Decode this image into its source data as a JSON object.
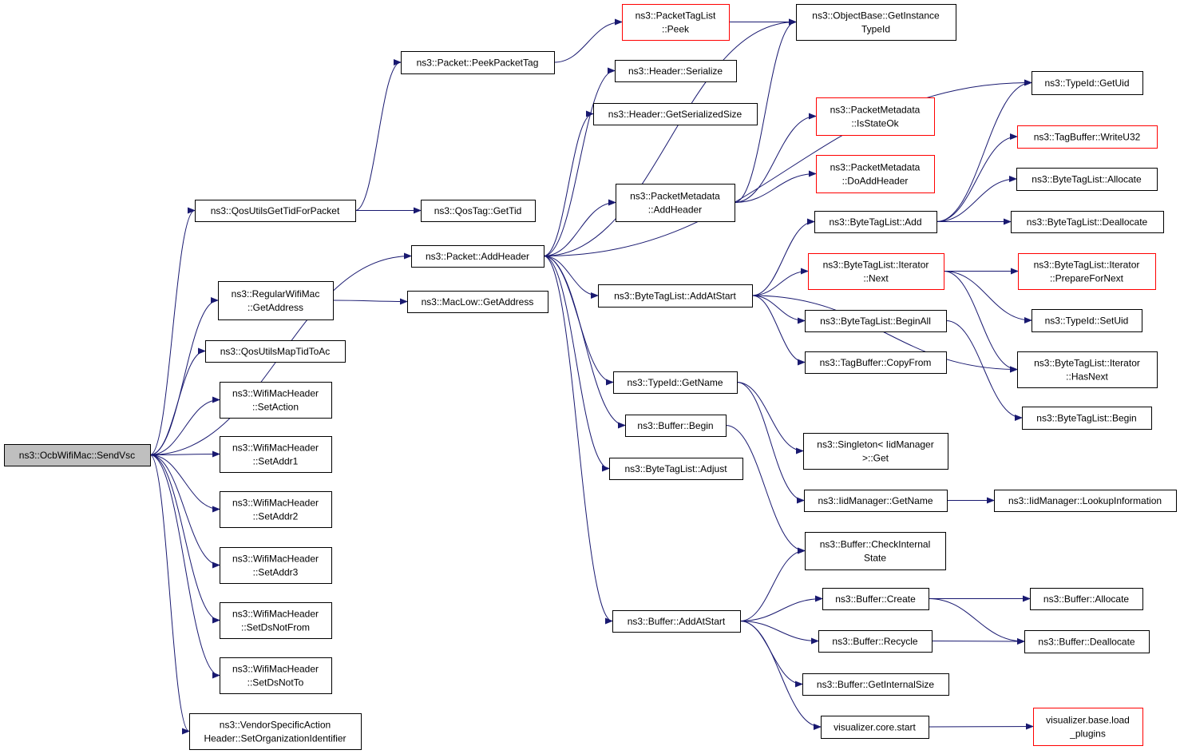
{
  "graph": {
    "root": "ns3::OcbWifiMac::SendVsc",
    "edge_color": "#191970",
    "highlight_color": "#ff0000",
    "nodes": [
      {
        "id": "root",
        "lines": [
          "ns3::OcbWifiMac::SendVsc"
        ],
        "style": "root"
      },
      {
        "id": "qosTid",
        "lines": [
          "ns3::QosUtilsGetTidForPacket"
        ],
        "style": "normal"
      },
      {
        "id": "regGetAddr",
        "lines": [
          "ns3::RegularWifiMac",
          "::GetAddress"
        ],
        "style": "normal"
      },
      {
        "id": "qosMap",
        "lines": [
          "ns3::QosUtilsMapTidToAc"
        ],
        "style": "normal"
      },
      {
        "id": "setAction",
        "lines": [
          "ns3::WifiMacHeader",
          "::SetAction"
        ],
        "style": "normal"
      },
      {
        "id": "setAddr1",
        "lines": [
          "ns3::WifiMacHeader",
          "::SetAddr1"
        ],
        "style": "normal"
      },
      {
        "id": "setAddr2",
        "lines": [
          "ns3::WifiMacHeader",
          "::SetAddr2"
        ],
        "style": "normal"
      },
      {
        "id": "setAddr3",
        "lines": [
          "ns3::WifiMacHeader",
          "::SetAddr3"
        ],
        "style": "normal"
      },
      {
        "id": "setDsNotFrom",
        "lines": [
          "ns3::WifiMacHeader",
          "::SetDsNotFrom"
        ],
        "style": "normal"
      },
      {
        "id": "setDsNotTo",
        "lines": [
          "ns3::WifiMacHeader",
          "::SetDsNotTo"
        ],
        "style": "normal"
      },
      {
        "id": "vendor",
        "lines": [
          "ns3::VendorSpecificAction",
          "Header::SetOrganizationIdentifier"
        ],
        "style": "normal"
      },
      {
        "id": "peekPacketTag",
        "lines": [
          "ns3::Packet::PeekPacketTag"
        ],
        "style": "normal"
      },
      {
        "id": "qosTagGetTid",
        "lines": [
          "ns3::QosTag::GetTid"
        ],
        "style": "normal"
      },
      {
        "id": "addHeader",
        "lines": [
          "ns3::Packet::AddHeader"
        ],
        "style": "normal"
      },
      {
        "id": "macLowGetAddr",
        "lines": [
          "ns3::MacLow::GetAddress"
        ],
        "style": "normal"
      },
      {
        "id": "pktTagListPeek",
        "lines": [
          "ns3::PacketTagList",
          "::Peek"
        ],
        "style": "red"
      },
      {
        "id": "hdrSerialize",
        "lines": [
          "ns3::Header::Serialize"
        ],
        "style": "normal"
      },
      {
        "id": "hdrGetSize",
        "lines": [
          "ns3::Header::GetSerializedSize"
        ],
        "style": "normal"
      },
      {
        "id": "pmAddHeader",
        "lines": [
          "ns3::PacketMetadata",
          "::AddHeader"
        ],
        "style": "normal"
      },
      {
        "id": "btlAddAtStart",
        "lines": [
          "ns3::ByteTagList::AddAtStart"
        ],
        "style": "normal"
      },
      {
        "id": "typeIdGetName",
        "lines": [
          "ns3::TypeId::GetName"
        ],
        "style": "normal"
      },
      {
        "id": "bufferBegin",
        "lines": [
          "ns3::Buffer::Begin"
        ],
        "style": "normal"
      },
      {
        "id": "btlAdjust",
        "lines": [
          "ns3::ByteTagList::Adjust"
        ],
        "style": "normal"
      },
      {
        "id": "bufAddAtStart",
        "lines": [
          "ns3::Buffer::AddAtStart"
        ],
        "style": "normal"
      },
      {
        "id": "objGetInstance",
        "lines": [
          "ns3::ObjectBase::GetInstance",
          "TypeId"
        ],
        "style": "normal"
      },
      {
        "id": "pmIsStateOk",
        "lines": [
          "ns3::PacketMetadata",
          "::IsStateOk"
        ],
        "style": "red"
      },
      {
        "id": "pmDoAddHeader",
        "lines": [
          "ns3::PacketMetadata",
          "::DoAddHeader"
        ],
        "style": "red"
      },
      {
        "id": "btlAdd",
        "lines": [
          "ns3::ByteTagList::Add"
        ],
        "style": "normal"
      },
      {
        "id": "btlIterNext",
        "lines": [
          "ns3::ByteTagList::Iterator",
          "::Next"
        ],
        "style": "red"
      },
      {
        "id": "btlBeginAll",
        "lines": [
          "ns3::ByteTagList::BeginAll"
        ],
        "style": "normal"
      },
      {
        "id": "tagBufCopyFrom",
        "lines": [
          "ns3::TagBuffer::CopyFrom"
        ],
        "style": "normal"
      },
      {
        "id": "singletonGet",
        "lines": [
          "ns3::Singleton< IidManager",
          ">::Get"
        ],
        "style": "normal"
      },
      {
        "id": "iidGetName",
        "lines": [
          "ns3::IidManager::GetName"
        ],
        "style": "normal"
      },
      {
        "id": "bufCheckInternal",
        "lines": [
          "ns3::Buffer::CheckInternal",
          "State"
        ],
        "style": "normal"
      },
      {
        "id": "bufCreate",
        "lines": [
          "ns3::Buffer::Create"
        ],
        "style": "normal"
      },
      {
        "id": "bufRecycle",
        "lines": [
          "ns3::Buffer::Recycle"
        ],
        "style": "normal"
      },
      {
        "id": "bufGetInternalSize",
        "lines": [
          "ns3::Buffer::GetInternalSize"
        ],
        "style": "normal"
      },
      {
        "id": "visStart",
        "lines": [
          "visualizer.core.start"
        ],
        "style": "normal"
      },
      {
        "id": "typeIdGetUid",
        "lines": [
          "ns3::TypeId::GetUid"
        ],
        "style": "normal"
      },
      {
        "id": "tagBufWriteU32",
        "lines": [
          "ns3::TagBuffer::WriteU32"
        ],
        "style": "red"
      },
      {
        "id": "btlAllocate",
        "lines": [
          "ns3::ByteTagList::Allocate"
        ],
        "style": "normal"
      },
      {
        "id": "btlDeallocate",
        "lines": [
          "ns3::ByteTagList::Deallocate"
        ],
        "style": "normal"
      },
      {
        "id": "btlIterPrepare",
        "lines": [
          "ns3::ByteTagList::Iterator",
          "::PrepareForNext"
        ],
        "style": "red"
      },
      {
        "id": "typeIdSetUid",
        "lines": [
          "ns3::TypeId::SetUid"
        ],
        "style": "normal"
      },
      {
        "id": "btlIterHasNext",
        "lines": [
          "ns3::ByteTagList::Iterator",
          "::HasNext"
        ],
        "style": "normal"
      },
      {
        "id": "btlBegin",
        "lines": [
          "ns3::ByteTagList::Begin"
        ],
        "style": "normal"
      },
      {
        "id": "iidLookup",
        "lines": [
          "ns3::IidManager::LookupInformation"
        ],
        "style": "normal"
      },
      {
        "id": "bufAllocate",
        "lines": [
          "ns3::Buffer::Allocate"
        ],
        "style": "normal"
      },
      {
        "id": "bufDeallocate",
        "lines": [
          "ns3::Buffer::Deallocate"
        ],
        "style": "normal"
      },
      {
        "id": "visLoadPlugins",
        "lines": [
          "visualizer.base.load",
          "_plugins"
        ],
        "style": "red"
      }
    ],
    "edges": [
      [
        "root",
        "qosTid"
      ],
      [
        "root",
        "addHeader"
      ],
      [
        "root",
        "regGetAddr"
      ],
      [
        "root",
        "qosMap"
      ],
      [
        "root",
        "setAction"
      ],
      [
        "root",
        "setAddr1"
      ],
      [
        "root",
        "setAddr2"
      ],
      [
        "root",
        "setAddr3"
      ],
      [
        "root",
        "setDsNotFrom"
      ],
      [
        "root",
        "setDsNotTo"
      ],
      [
        "root",
        "vendor"
      ],
      [
        "qosTid",
        "peekPacketTag"
      ],
      [
        "qosTid",
        "qosTagGetTid"
      ],
      [
        "peekPacketTag",
        "pktTagListPeek"
      ],
      [
        "pktTagListPeek",
        "objGetInstance"
      ],
      [
        "regGetAddr",
        "macLowGetAddr"
      ],
      [
        "addHeader",
        "hdrSerialize"
      ],
      [
        "addHeader",
        "hdrGetSize"
      ],
      [
        "addHeader",
        "objGetInstance"
      ],
      [
        "addHeader",
        "typeIdGetUid"
      ],
      [
        "addHeader",
        "pmAddHeader"
      ],
      [
        "addHeader",
        "btlAddAtStart"
      ],
      [
        "addHeader",
        "typeIdGetName"
      ],
      [
        "addHeader",
        "bufferBegin"
      ],
      [
        "addHeader",
        "btlAdjust"
      ],
      [
        "addHeader",
        "bufAddAtStart"
      ],
      [
        "pmAddHeader",
        "objGetInstance"
      ],
      [
        "pmAddHeader",
        "pmIsStateOk"
      ],
      [
        "pmAddHeader",
        "pmDoAddHeader"
      ],
      [
        "btlAddAtStart",
        "btlAdd"
      ],
      [
        "btlAddAtStart",
        "btlIterNext"
      ],
      [
        "btlAddAtStart",
        "btlBeginAll"
      ],
      [
        "btlAddAtStart",
        "tagBufCopyFrom"
      ],
      [
        "btlAddAtStart",
        "btlIterHasNext"
      ],
      [
        "btlAdd",
        "typeIdGetUid"
      ],
      [
        "btlAdd",
        "tagBufWriteU32"
      ],
      [
        "btlAdd",
        "btlAllocate"
      ],
      [
        "btlAdd",
        "btlDeallocate"
      ],
      [
        "btlIterNext",
        "btlIterPrepare"
      ],
      [
        "btlIterNext",
        "typeIdSetUid"
      ],
      [
        "btlIterNext",
        "btlIterHasNext"
      ],
      [
        "btlBeginAll",
        "btlBegin"
      ],
      [
        "typeIdGetName",
        "singletonGet"
      ],
      [
        "typeIdGetName",
        "iidGetName"
      ],
      [
        "iidGetName",
        "iidLookup"
      ],
      [
        "bufferBegin",
        "bufCheckInternal"
      ],
      [
        "bufAddAtStart",
        "bufCheckInternal"
      ],
      [
        "bufAddAtStart",
        "bufCreate"
      ],
      [
        "bufAddAtStart",
        "bufRecycle"
      ],
      [
        "bufAddAtStart",
        "bufGetInternalSize"
      ],
      [
        "bufAddAtStart",
        "visStart"
      ],
      [
        "bufCreate",
        "bufAllocate"
      ],
      [
        "bufCreate",
        "bufDeallocate"
      ],
      [
        "bufRecycle",
        "bufDeallocate"
      ],
      [
        "visStart",
        "visLoadPlugins"
      ]
    ]
  }
}
